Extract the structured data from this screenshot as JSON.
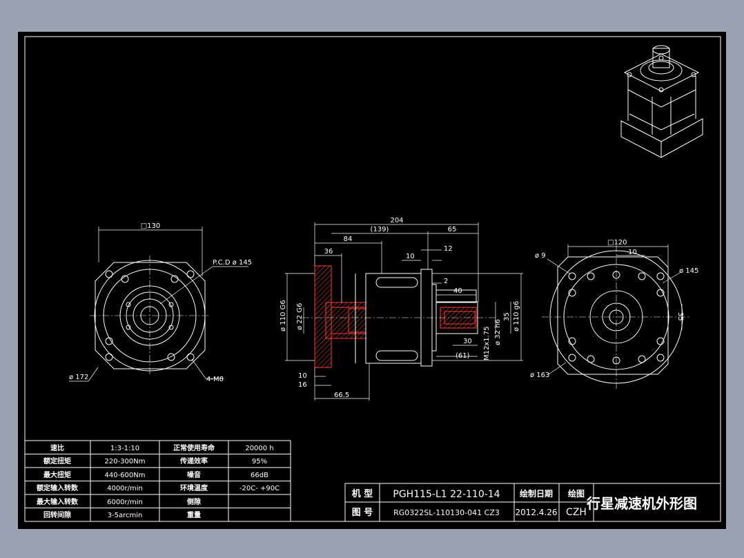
{
  "colors": {
    "background": "#9aa3b2",
    "sheet": "#000000",
    "line": "#ffffff",
    "section": "#ff3b3b"
  },
  "front_view": {
    "square_dim": "□130",
    "pcd_label": "P.C.D  ø 145",
    "outer_dia": "ø 172",
    "holes": "4-M8"
  },
  "side_view": {
    "overall": "204",
    "inner": "(139)",
    "shaft_len": "65",
    "d84": "84",
    "d36": "36",
    "d10a": "10",
    "d12": "12",
    "d2": "2",
    "d40": "40",
    "d30": "30",
    "d61": "(61)",
    "d10b": "10",
    "d16": "16",
    "d665": "66.5",
    "dia110g6_left": "ø 110 G6",
    "dia22g6": "ø 22 G6",
    "d35": "35",
    "dia32h6": "ø 32 h6",
    "m12": "M12x1.75",
    "dia110g6_right": "ø 110 g6"
  },
  "rear_view": {
    "square_dim": "□120",
    "d10": "10",
    "d9": "ø 9",
    "d145": "ø 145",
    "d163": "ø 163",
    "d35": "35"
  },
  "spec_table": {
    "rows": [
      {
        "k1": "速比",
        "v1": "1:3-1:10",
        "k2": "正常使用寿命",
        "v2": "20000  h"
      },
      {
        "k1": "额定扭矩",
        "v1": "220-300Nm",
        "k2": "传递效率",
        "v2": "95%"
      },
      {
        "k1": "最大扭矩",
        "v1": "440-600Nm",
        "k2": "噪音",
        "v2": "66dB"
      },
      {
        "k1": "额定输入转数",
        "v1": "4000r/min",
        "k2": "环境温度",
        "v2": "-20C- +90C"
      },
      {
        "k1": "最大输入转数",
        "v1": "6000r/min",
        "k2": "侧隙",
        "v2": ""
      },
      {
        "k1": "回转间隙",
        "v1": "3-5arcmin",
        "k2": "重量",
        "v2": ""
      }
    ]
  },
  "title_block": {
    "model_label": "机 型",
    "model_value": "PGH115-L1  22-110-14",
    "drawing_no_label": "图 号",
    "drawing_no_value": "RG0322SL-110130-041  CZ3",
    "date_label": "绘制日期",
    "date_value": "2012.4.26",
    "drawer_label": "绘图",
    "drawer_value": "CZH",
    "title": "行星减速机外形图"
  }
}
